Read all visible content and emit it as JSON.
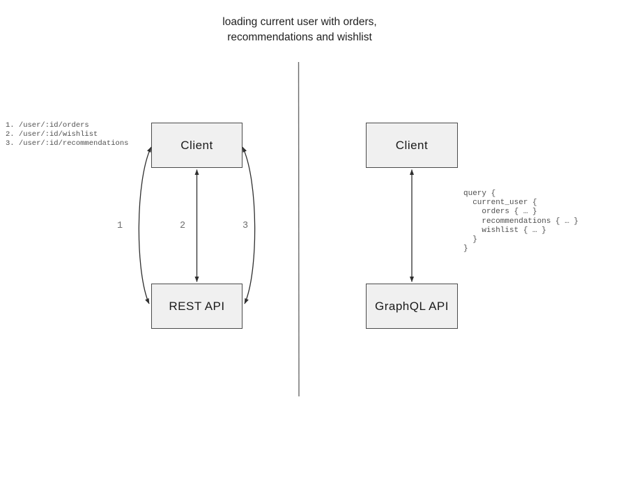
{
  "title": {
    "line1": "loading current user with orders,",
    "line2": "recommendations and wishlist"
  },
  "rest_side": {
    "client_label": "Client",
    "api_label": "REST API",
    "endpoints": [
      "1. /user/:id/orders",
      "2. /user/:id/wishlist",
      "3. /user/:id/recommendations"
    ],
    "arrow_labels": [
      "1",
      "2",
      "3"
    ]
  },
  "graphql_side": {
    "client_label": "Client",
    "api_label": "GraphQL API",
    "query_lines": [
      "query {",
      "  current_user {",
      "    orders { … }",
      "    recommendations { … }",
      "    wishlist { … }",
      "  }",
      "}"
    ]
  },
  "colors": {
    "box_fill": "#f0f0f0",
    "box_border": "#4a4a4a",
    "arrow": "#2e2e2e",
    "divider": "#6a6a6a",
    "code_text": "#4f4f4f",
    "arrow_label_text": "#6e6e6e",
    "title_text": "#1f1f1f"
  }
}
